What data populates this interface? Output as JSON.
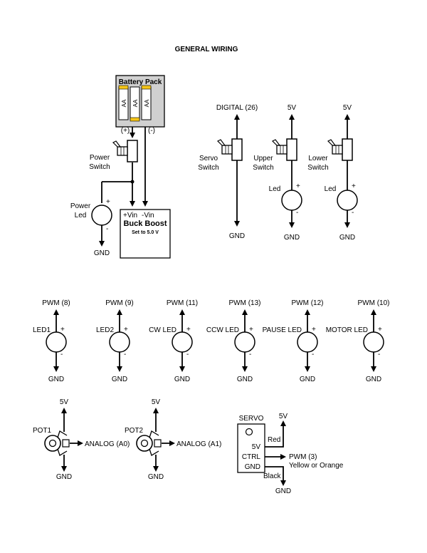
{
  "title": "GENERAL WIRING",
  "battery": {
    "label": "Battery Pack",
    "cell": "AA",
    "plus": "(+)",
    "minus": "(-)",
    "cell_color": "#f5c518",
    "pack_fill": "#d0d0d0"
  },
  "power_switch": {
    "line1": "Power",
    "line2": "Switch"
  },
  "power_led": {
    "line1": "Power",
    "line2": "Led",
    "plus": "+",
    "minus": "-",
    "gnd": "GND"
  },
  "buck": {
    "vin_plus": "+Vin",
    "vin_minus": "-Vin",
    "title": "Buck Boost",
    "sub": "Set to 5.0 V"
  },
  "switches": [
    {
      "top": "DIGITAL (26)",
      "line1": "Servo",
      "line2": "Switch",
      "gnd": "GND"
    },
    {
      "top": "5V",
      "line1": "Upper",
      "line2": "Switch",
      "led": "Led",
      "plus": "+",
      "minus": "-",
      "gnd": "GND"
    },
    {
      "top": "5V",
      "line1": "Lower",
      "line2": "Switch",
      "led": "Led",
      "plus": "+",
      "minus": "-",
      "gnd": "GND"
    }
  ],
  "leds": [
    {
      "pwm": "PWM (8)",
      "name": "LED1",
      "plus": "+",
      "minus": "-",
      "gnd": "GND"
    },
    {
      "pwm": "PWM (9)",
      "name": "LED2",
      "plus": "+",
      "minus": "-",
      "gnd": "GND"
    },
    {
      "pwm": "PWM (11)",
      "name": "CW LED",
      "plus": "+",
      "minus": "-",
      "gnd": "GND"
    },
    {
      "pwm": "PWM (13)",
      "name": "CCW LED",
      "plus": "+",
      "minus": "-",
      "gnd": "GND"
    },
    {
      "pwm": "PWM (12)",
      "name": "PAUSE LED",
      "plus": "+",
      "minus": "-",
      "gnd": "GND"
    },
    {
      "pwm": "PWM (10)",
      "name": "MOTOR LED",
      "plus": "+",
      "minus": "-",
      "gnd": "GND"
    }
  ],
  "pots": [
    {
      "name": "POT1",
      "v": "5V",
      "out": "ANALOG (A0)",
      "gnd": "GND"
    },
    {
      "name": "POT2",
      "v": "5V",
      "out": "ANALOG (A1)",
      "gnd": "GND"
    }
  ],
  "servo": {
    "title": "SERVO",
    "pin_5v": "5V",
    "pin_ctrl": "CTRL",
    "pin_gnd": "GND",
    "red": "Red",
    "v": "5V",
    "pwm": "PWM (3)",
    "signal_color": "Yellow or Orange",
    "black": "Black",
    "gnd": "GND"
  }
}
